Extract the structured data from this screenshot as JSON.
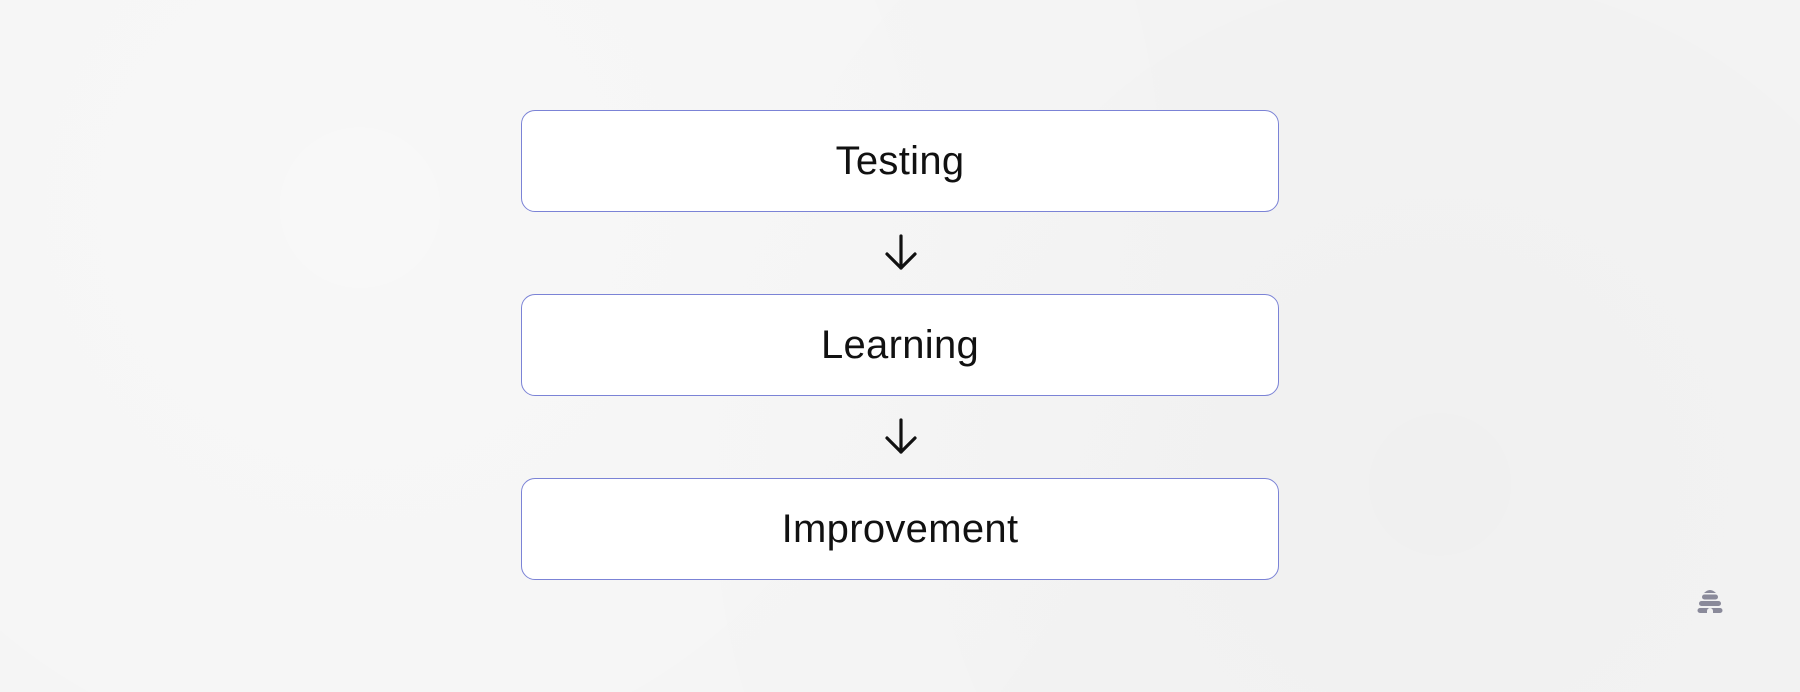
{
  "steps": [
    {
      "label": "Testing"
    },
    {
      "label": "Learning"
    },
    {
      "label": "Improvement"
    }
  ],
  "connectors": [
    {
      "icon": "arrow-down-icon"
    },
    {
      "icon": "arrow-down-icon"
    }
  ],
  "logo": {
    "icon": "beehive-logo-icon"
  },
  "colors": {
    "background": "#f4f4f4",
    "box_fill": "#ffffff",
    "box_border": "#7b83d6",
    "text": "#111111",
    "arrow": "#111111",
    "logo": "#8a8a9a"
  }
}
